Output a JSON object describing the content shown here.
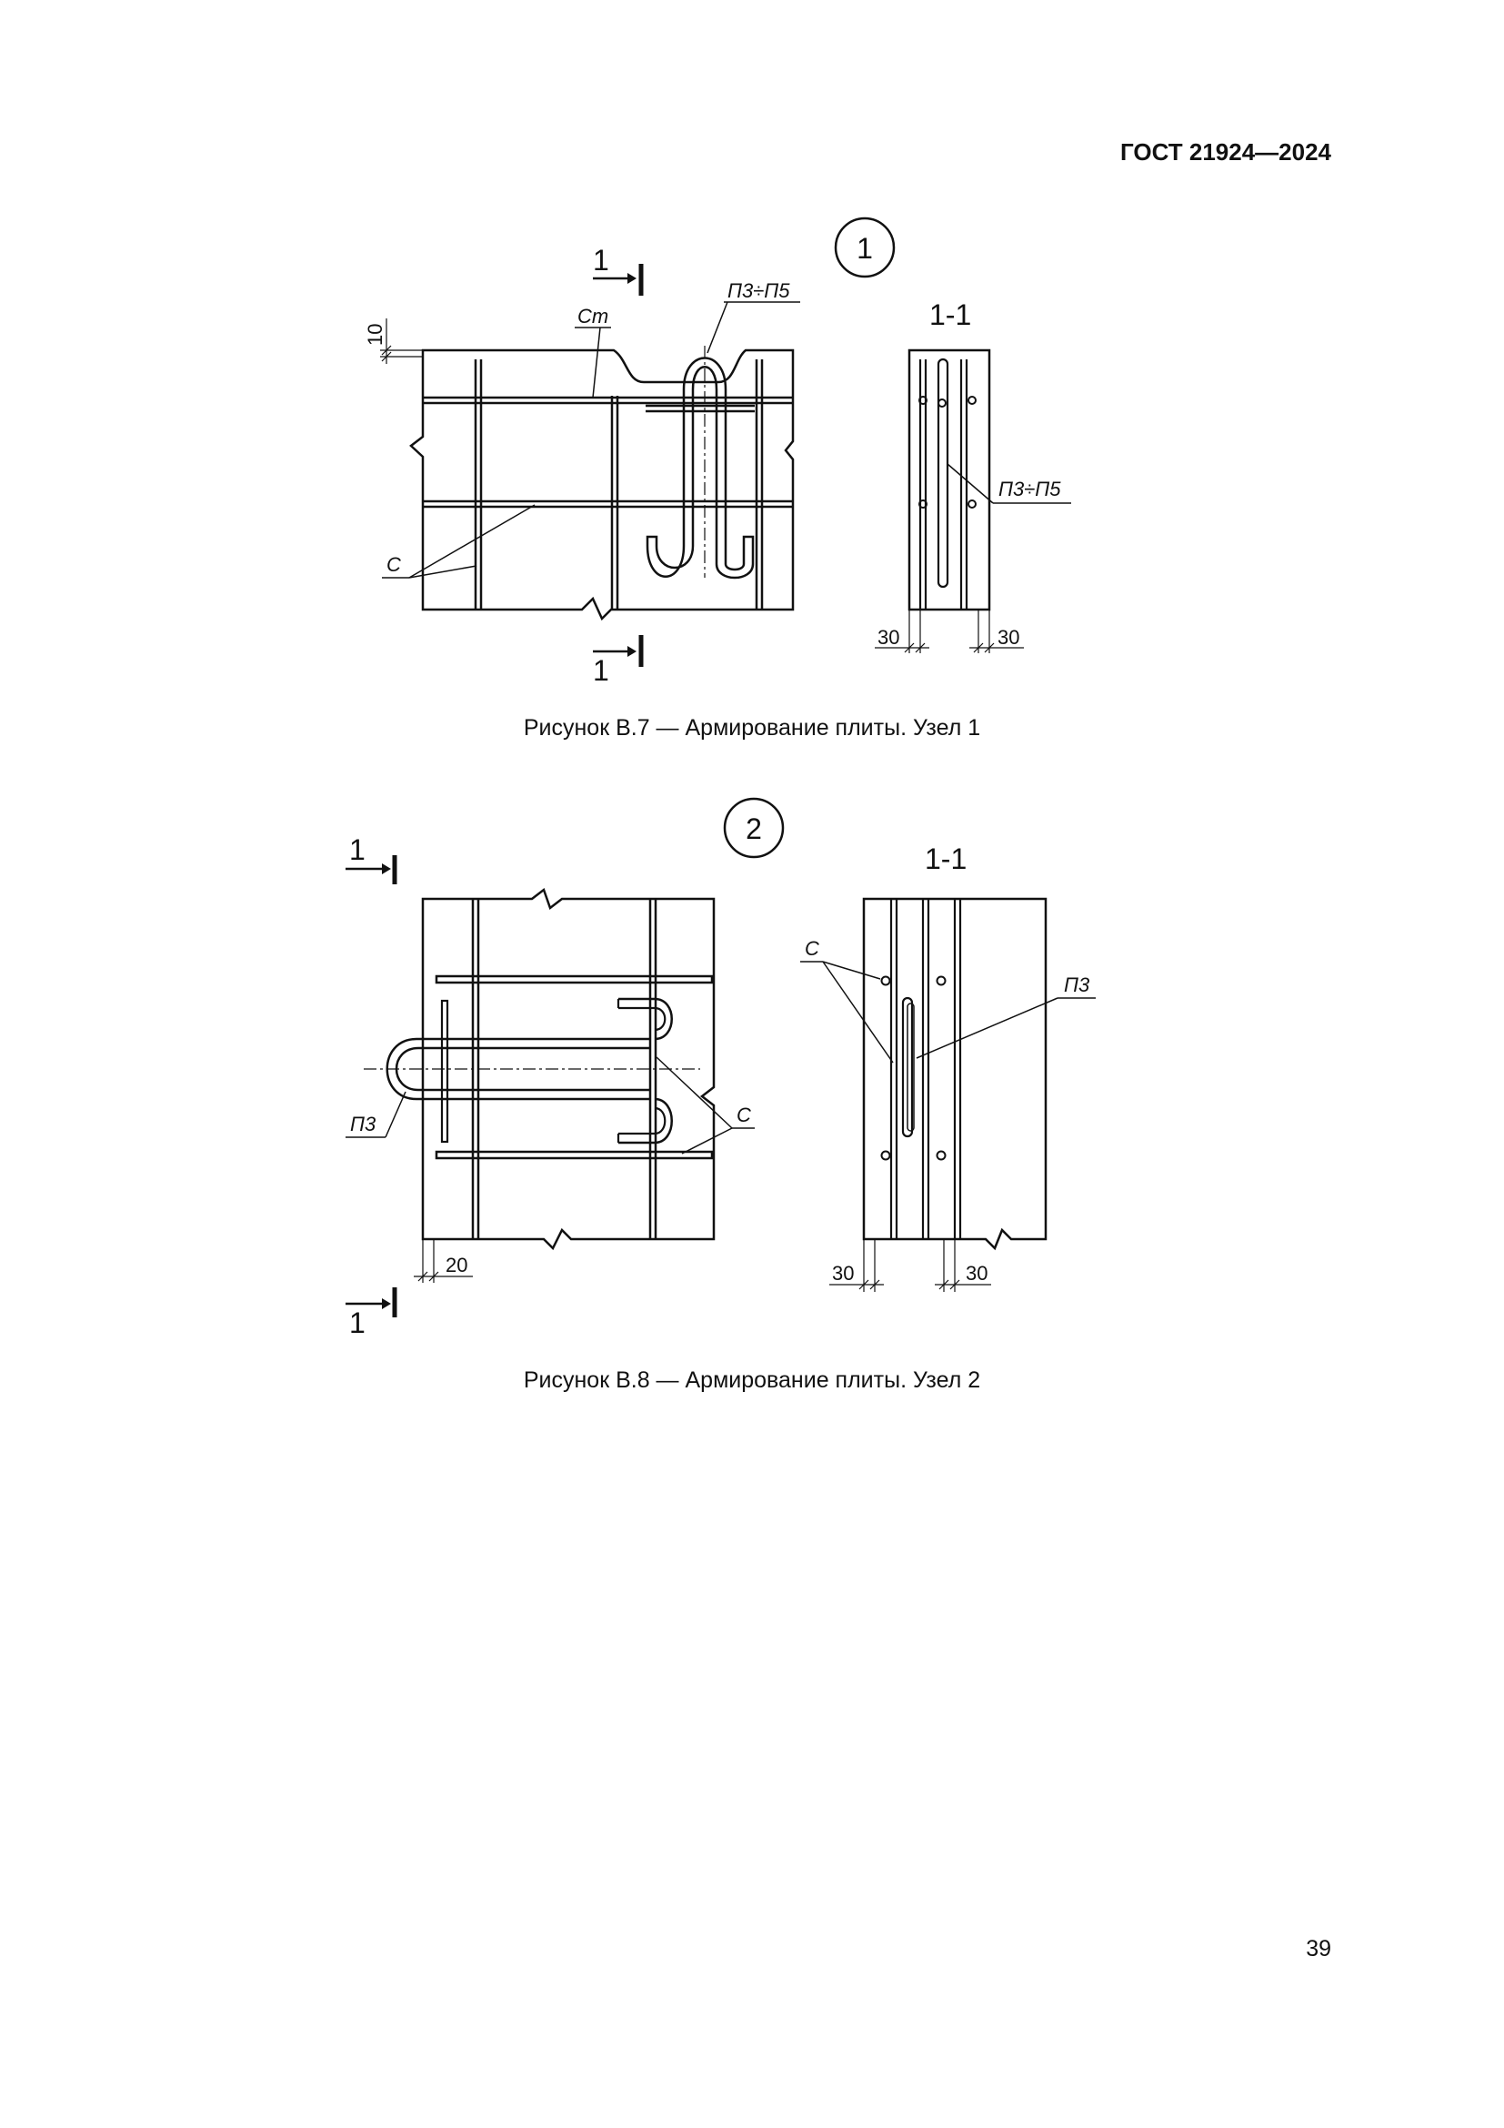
{
  "header": {
    "doc_code": "ГОСТ 21924—2024"
  },
  "figure1": {
    "node_number": "1",
    "section_mark": "1",
    "section_title": "1-1",
    "labels": {
      "ct": "Ст",
      "p3p5": "П3÷П5",
      "p3p5_section": "П3÷П5",
      "c": "С"
    },
    "dims": {
      "top_gap": "10",
      "left": "30",
      "right": "30"
    },
    "caption": "Рисунок В.7 — Армирование плиты. Узел 1"
  },
  "figure2": {
    "node_number": "2",
    "section_mark": "1",
    "section_title": "1-1",
    "labels": {
      "c_section": "С",
      "p3_section": "П3",
      "p3": "П3",
      "c": "С"
    },
    "dims": {
      "left_gap": "20",
      "left": "30",
      "right": "30"
    },
    "caption": "Рисунок В.8 — Армирование плиты. Узел 2"
  },
  "footer": {
    "page_number": "39"
  }
}
